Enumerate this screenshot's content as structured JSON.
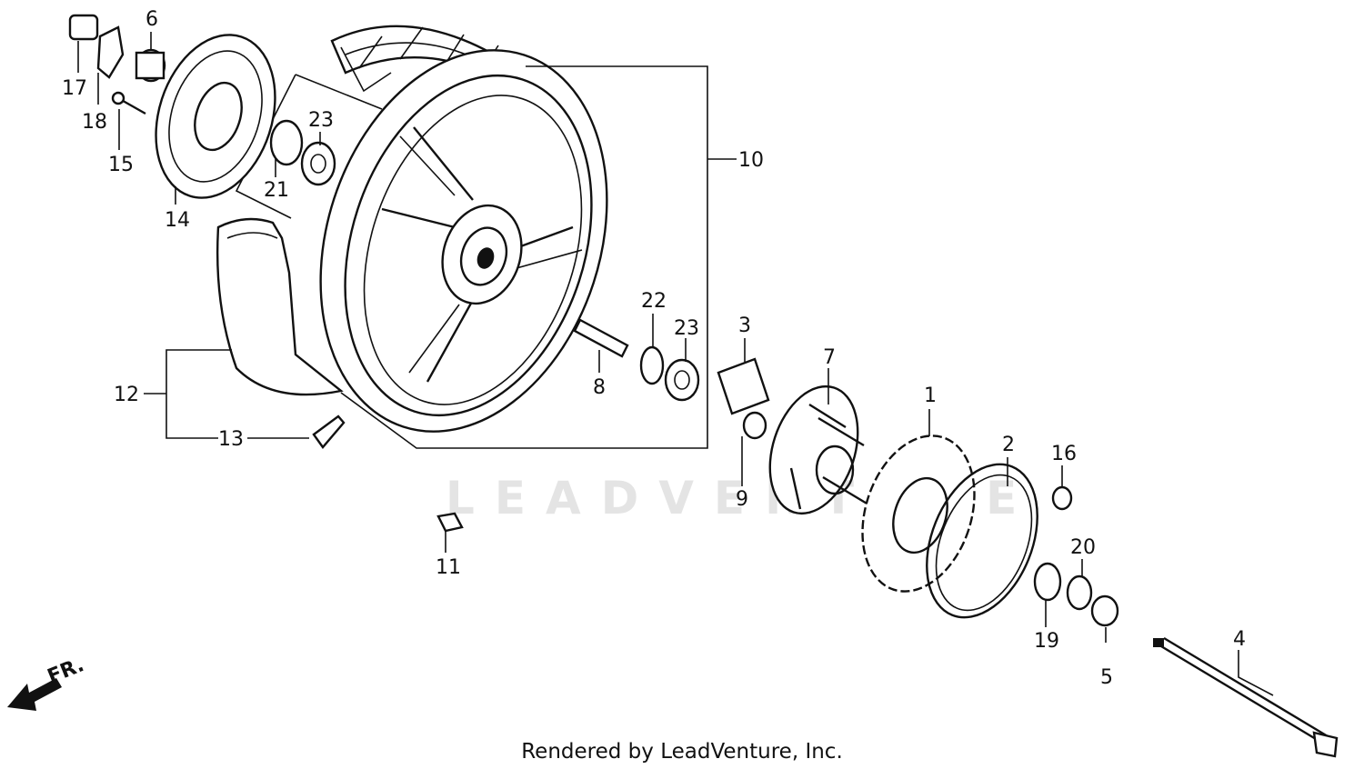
{
  "watermark": "LEADVENTURE",
  "footer": "Rendered by LeadVenture, Inc.",
  "direction_label": "FR.",
  "callouts": {
    "p1": "1",
    "p2": "2",
    "p3": "3",
    "p4": "4",
    "p5": "5",
    "p6": "6",
    "p7": "7",
    "p8": "8",
    "p9": "9",
    "p10": "10",
    "p11": "11",
    "p12": "12",
    "p13": "13",
    "p14": "14",
    "p15": "15",
    "p16": "16",
    "p17": "17",
    "p18": "18",
    "p19": "19",
    "p20": "20",
    "p21": "21",
    "p22": "22",
    "p23a": "23",
    "p23b": "23"
  }
}
